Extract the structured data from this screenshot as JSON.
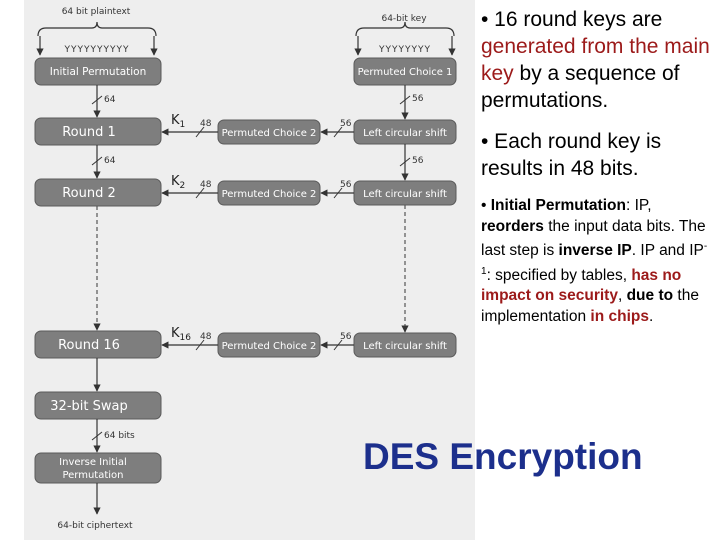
{
  "diagram": {
    "top_label_plaintext": "64 bit plaintext",
    "top_label_key": "64-bit key",
    "bottom_label": "64-bit ciphertext",
    "boxes": {
      "initial_permutation": "Initial Permutation",
      "permuted_choice_1": "Permuted Choice 1",
      "round_1": "Round 1",
      "round_2": "Round 2",
      "round_16": "Round 16",
      "swap": "32-bit Swap",
      "inverse_line1": "Inverse Initial",
      "inverse_line2": "Permutation",
      "pc2": "Permuted Choice 2",
      "lcs": "Left circular shift"
    },
    "keys": {
      "k": "K",
      "k1_sub": "1",
      "k2_sub": "2",
      "k16_sub": "16"
    },
    "bits": {
      "b64": "64",
      "b56": "56",
      "b48": "48",
      "b64bits": "64 bits"
    }
  },
  "text_panel": {
    "bullet1_prefix": "• 16 round keys are ",
    "bullet1_red": "generated from the main key",
    "bullet1_suffix": " by a sequence of permutations.",
    "bullet2": "• Each round key is results in 48 bits.",
    "b3_part1": "• ",
    "b3_bold1": "Initial Permutation",
    "b3_part2": ": IP, ",
    "b3_bold2": "reorders",
    "b3_part3": " the input data bits. The last step is ",
    "b3_bold3": "inverse IP",
    "b3_part4": ". IP and IP",
    "b3_sup": "-1",
    "b3_part5": ": specified by tables, ",
    "b3_red1": "has no impact on security",
    "b3_part6": ", ",
    "b3_bold4": "due to",
    "b3_part7": " the implementation ",
    "b3_red2": "in chips",
    "b3_part8": "."
  },
  "title": "DES Encryption"
}
